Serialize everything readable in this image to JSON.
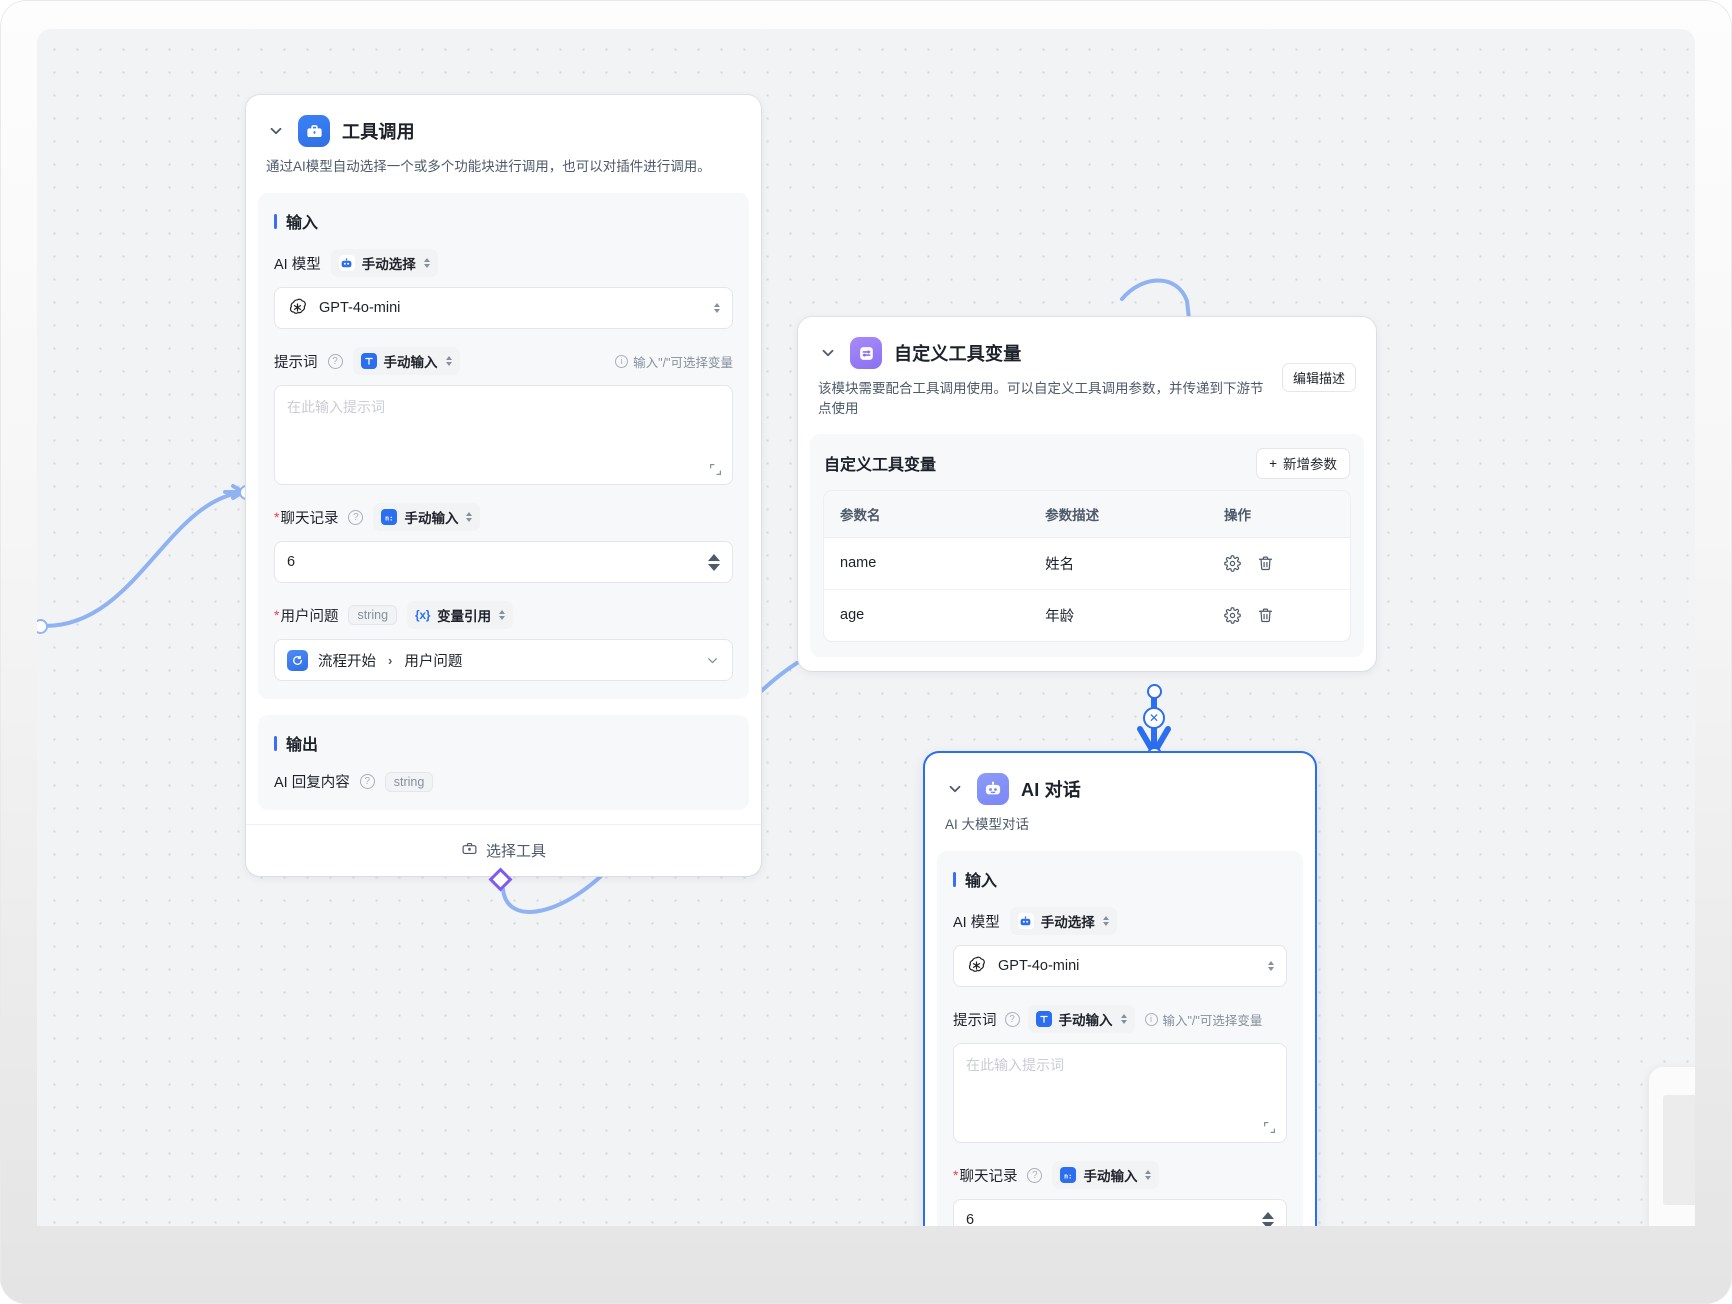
{
  "canvas": {
    "name": "workflow-canvas"
  },
  "nodes": [
    {
      "id": "tool-call",
      "title": "工具调用",
      "icon": "toolbox-icon",
      "description": "通过AI模型自动选择一个或多个功能块进行调用，也可以对插件进行调用。",
      "input_section_label": "输入",
      "output_section_label": "输出",
      "fields": {
        "model_label": "AI 模型",
        "model_mode": "手动选择",
        "model_value": "GPT-4o-mini",
        "prompt_label": "提示词",
        "prompt_mode": "手动输入",
        "prompt_hint": "输入\"/\"可选择变量",
        "prompt_placeholder": "在此输入提示词",
        "history_label": "聊天记录",
        "history_mode": "手动输入",
        "history_value": "6",
        "question_label": "用户问题",
        "question_type": "string",
        "question_mode": "变量引用",
        "question_ref_node": "流程开始",
        "question_ref_field": "用户问题"
      },
      "output": {
        "label": "AI 回复内容",
        "type": "string"
      },
      "footer_button": "选择工具"
    },
    {
      "id": "custom-tool-vars",
      "title": "自定义工具变量",
      "icon": "variables-icon",
      "description": "该模块需要配合工具调用使用。可以自定义工具调用参数，并传递到下游节点使用",
      "edit_desc_button": "编辑描述",
      "sub_card_title": "自定义工具变量",
      "add_param_button": "新增参数",
      "table": {
        "columns": [
          "参数名",
          "参数描述",
          "操作"
        ],
        "rows": [
          {
            "name": "name",
            "desc": "姓名",
            "ops": [
              "gear-icon",
              "trash-icon"
            ]
          },
          {
            "name": "age",
            "desc": "年龄",
            "ops": [
              "gear-icon",
              "trash-icon"
            ]
          }
        ]
      }
    },
    {
      "id": "ai-chat",
      "title": "AI 对话",
      "icon": "robot-icon",
      "description": "AI 大模型对话",
      "input_section_label": "输入",
      "fields": {
        "model_label": "AI 模型",
        "model_mode": "手动选择",
        "model_value": "GPT-4o-mini",
        "prompt_label": "提示词",
        "prompt_mode": "手动输入",
        "prompt_hint": "输入\"/\"可选择变量",
        "prompt_placeholder": "在此输入提示词",
        "history_label": "聊天记录",
        "history_mode": "手动输入",
        "history_value": "6"
      }
    }
  ],
  "colors": {
    "edge_blue": "#8fb2f2",
    "edge_active": "#2b6ef0",
    "diamond_purple": "#7c5cf0",
    "accent": "#2b6ef0",
    "canvas_bg": "#f2f3f5"
  },
  "controls": {
    "add_node_left": "+",
    "add_node_right": "+",
    "remove_edge": "✕"
  }
}
